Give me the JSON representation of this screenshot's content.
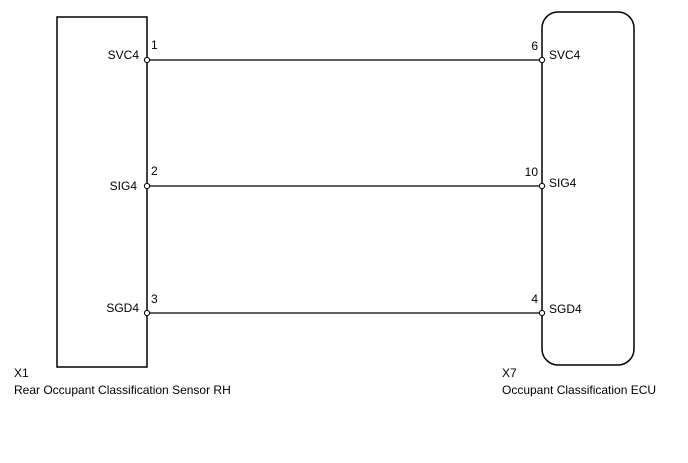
{
  "left_component": {
    "code": "X1",
    "name": "Rear Occupant Classification Sensor RH",
    "pins": [
      {
        "number": "1",
        "signal": "SVC4"
      },
      {
        "number": "2",
        "signal": "SIG4"
      },
      {
        "number": "3",
        "signal": "SGD4"
      }
    ]
  },
  "right_component": {
    "code": "X7",
    "name": "Occupant Classification ECU",
    "pins": [
      {
        "number": "6",
        "signal": "SVC4"
      },
      {
        "number": "10",
        "signal": "SIG4"
      },
      {
        "number": "4",
        "signal": "SGD4"
      }
    ]
  },
  "colors": {
    "line": "#000000",
    "background": "#ffffff"
  }
}
